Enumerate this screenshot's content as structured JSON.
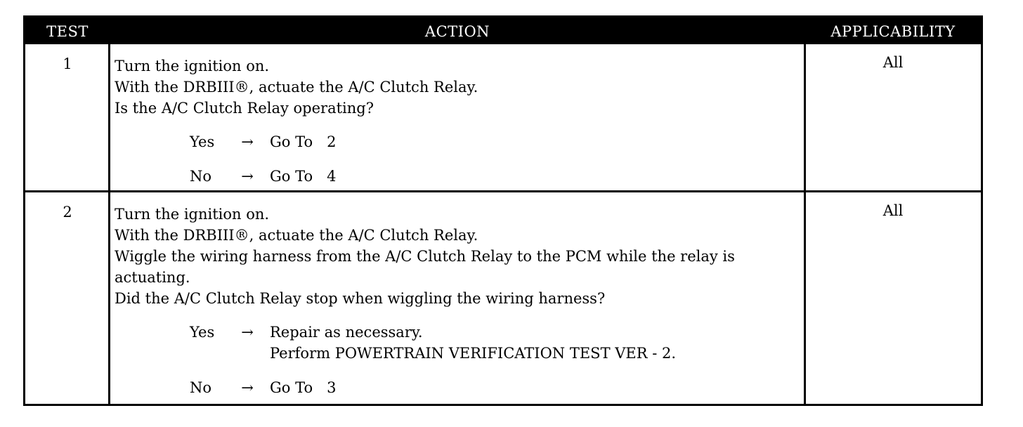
{
  "header": {
    "test": "TEST",
    "action": "ACTION",
    "applicability": "APPLICABILITY"
  },
  "rows": [
    {
      "test": "1",
      "steps": [
        "Turn the ignition on.",
        "With the DRBIII®, actuate the A/C Clutch Relay.",
        "Is the A/C Clutch Relay operating?"
      ],
      "yes_label": "Yes",
      "yes_arrow": "→",
      "yes_result": [
        "Go To   2"
      ],
      "no_label": "No",
      "no_arrow": "→",
      "no_result": [
        "Go To   4"
      ],
      "applicability": "All"
    },
    {
      "test": "2",
      "steps": [
        "Turn the ignition on.",
        "With the DRBIII®, actuate the A/C Clutch Relay.",
        "Wiggle the wiring harness from the A/C Clutch Relay to the PCM while the relay is actuating.",
        "Did the A/C Clutch Relay stop when wiggling the wiring harness?"
      ],
      "yes_label": "Yes",
      "yes_arrow": "→",
      "yes_result": [
        "Repair as necessary.",
        "Perform POWERTRAIN VERIFICATION TEST VER - 2."
      ],
      "no_label": "No",
      "no_arrow": "→",
      "no_result": [
        "Go To   3"
      ],
      "applicability": "All"
    }
  ]
}
